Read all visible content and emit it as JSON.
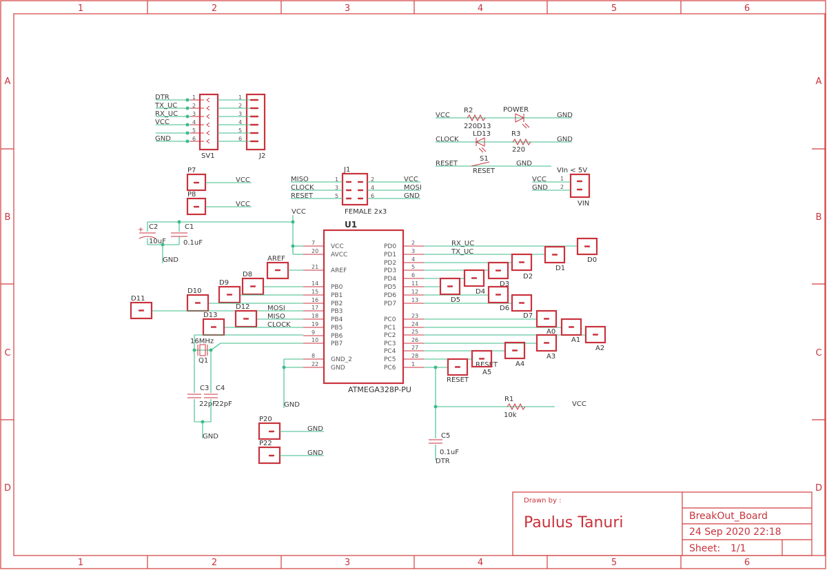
{
  "frame": {
    "columns": [
      "1",
      "2",
      "3",
      "4",
      "5",
      "6"
    ],
    "rows": [
      "A",
      "B",
      "C",
      "D"
    ]
  },
  "title_block": {
    "drawn_by_label": "Drawn by :",
    "author": "Paulus Tanuri",
    "project": "BreakOut_Board",
    "date": "24 Sep 2020 22:18",
    "sheet_label": "Sheet:",
    "sheet_value": "1/1"
  },
  "sv1": {
    "name": "SV1",
    "signals": [
      "DTR",
      "TX_UC",
      "RX_UC",
      "VCC",
      "",
      "GND"
    ],
    "pins": [
      "1",
      "2",
      "3",
      "4",
      "5",
      "6"
    ]
  },
  "j2": {
    "name": "J2",
    "pins": [
      "1",
      "2",
      "3",
      "4",
      "5",
      "6"
    ]
  },
  "p7": {
    "name": "P7",
    "net": "VCC"
  },
  "p8": {
    "name": "P8",
    "net": "VCC"
  },
  "j1": {
    "name": "J1",
    "value": "FEMALE 2x3",
    "left_signals": [
      "MISO",
      "CLOCK",
      "RESET"
    ],
    "left_pins": [
      "1",
      "3",
      "5"
    ],
    "right_pins": [
      "2",
      "4",
      "6"
    ],
    "right_signals": [
      "VCC",
      "MOSI",
      "GND"
    ]
  },
  "power_led": {
    "vcc": "VCC",
    "r_name": "R2",
    "r_value": "220",
    "d_name": "D13",
    "label": "POWER",
    "gnd": "GND"
  },
  "clock_led": {
    "clock": "CLOCK",
    "d_label": "LD13",
    "r_name": "R3",
    "r_value": "220",
    "gnd": "GND"
  },
  "reset_sw": {
    "net": "RESET",
    "name": "S1",
    "label": "RESET",
    "gnd": "GND"
  },
  "vin": {
    "note": "VIn < 5V",
    "name": "VIN",
    "nets": [
      "VCC",
      "GND"
    ],
    "pins": [
      "1",
      "2"
    ]
  },
  "caps_top": {
    "vcc": "VCC",
    "c2_name": "C2",
    "c2_value": "10uF",
    "c1_name": "C1",
    "c1_value": "0.1uF",
    "gnd": "GND"
  },
  "u1": {
    "name": "U1",
    "value": "ATMEGA328P-PU",
    "left_pins": [
      {
        "num": "7",
        "label": "VCC"
      },
      {
        "num": "20",
        "label": "AVCC"
      },
      {
        "num": "21",
        "label": "AREF"
      },
      {
        "num": "14",
        "label": "PB0"
      },
      {
        "num": "15",
        "label": "PB1"
      },
      {
        "num": "16",
        "label": "PB2"
      },
      {
        "num": "17",
        "label": "PB3"
      },
      {
        "num": "18",
        "label": "PB4"
      },
      {
        "num": "19",
        "label": "PB5"
      },
      {
        "num": "9",
        "label": "PB6"
      },
      {
        "num": "10",
        "label": "PB7"
      },
      {
        "num": "8",
        "label": "GND_2"
      },
      {
        "num": "22",
        "label": "GND"
      }
    ],
    "right_pins": [
      {
        "num": "2",
        "label": "PD0"
      },
      {
        "num": "3",
        "label": "PD1"
      },
      {
        "num": "4",
        "label": "PD2"
      },
      {
        "num": "5",
        "label": "PD3"
      },
      {
        "num": "6",
        "label": "PD4"
      },
      {
        "num": "11",
        "label": "PD5"
      },
      {
        "num": "12",
        "label": "PD6"
      },
      {
        "num": "13",
        "label": "PD7"
      },
      {
        "num": "23",
        "label": "PC0"
      },
      {
        "num": "24",
        "label": "PC1"
      },
      {
        "num": "25",
        "label": "PC2"
      },
      {
        "num": "26",
        "label": "PC3"
      },
      {
        "num": "27",
        "label": "PC4"
      },
      {
        "num": "28",
        "label": "PC5"
      },
      {
        "num": "1",
        "label": "PC6"
      }
    ]
  },
  "net_labels": {
    "aref": "AREF",
    "mosi": "MOSI",
    "miso": "MISO",
    "clock": "CLOCK",
    "rx_uc": "RX_UC",
    "tx_uc": "TX_UC",
    "reset": "RESET",
    "gnd": "GND"
  },
  "pads": [
    "D0",
    "D1",
    "D2",
    "D3",
    "D4",
    "D5",
    "D6",
    "D7",
    "D8",
    "D9",
    "D10",
    "D11",
    "D12",
    "D13",
    "A0",
    "A1",
    "A2",
    "A3",
    "A4",
    "A5",
    "RESET",
    "P20",
    "P22"
  ],
  "crystal": {
    "freq": "16MHz",
    "name": "Q1",
    "c3_name": "C3",
    "c3_value": "22pF",
    "c4_name": "C4",
    "c4_value": "22pF",
    "gnd": "GND"
  },
  "reset_circuit": {
    "r1_name": "R1",
    "r1_value": "10k",
    "vcc": "VCC",
    "c5_name": "C5",
    "c5_value": "0.1uF",
    "dtr": "DTR"
  },
  "gnd_pads": {
    "p20_net": "GND",
    "p22_net": "GND"
  }
}
